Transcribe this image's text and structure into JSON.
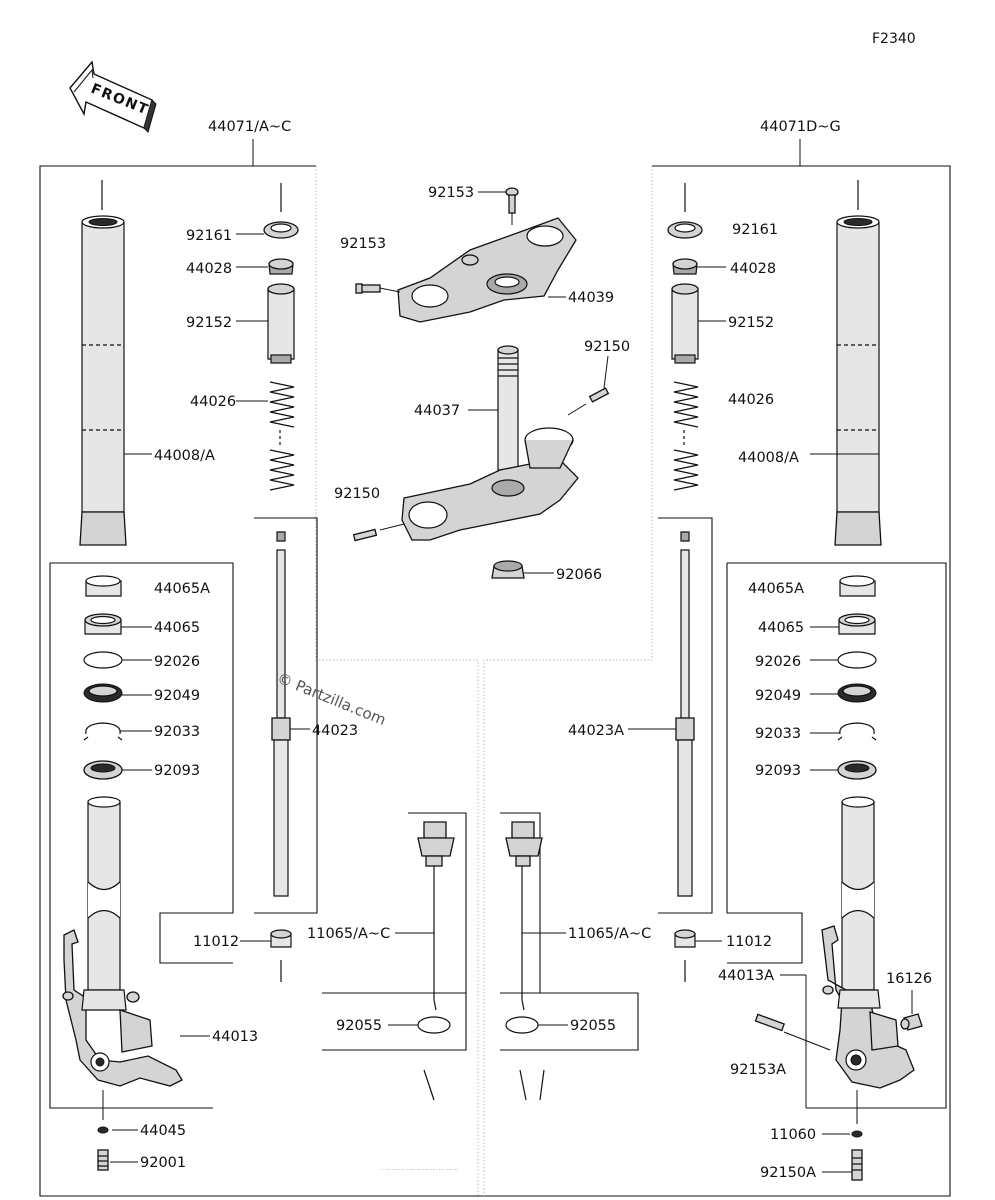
{
  "figure_code": "F2340",
  "front_arrow_label": "FRONT",
  "watermark": "© Partzilla.com",
  "footer_note": "·· ··· ····· ··· ····· ··· ···· ···· ··· ···· ···",
  "labels": {
    "assy_left": "44071/A~C",
    "assy_right": "44071D~G",
    "l_92161": "92161",
    "l_44028": "44028",
    "l_92152": "92152",
    "l_44026": "44026",
    "l_44008": "44008/A",
    "l_44065A": "44065A",
    "l_44065": "44065",
    "l_92026": "92026",
    "l_92049": "92049",
    "l_92033": "92033",
    "l_92093": "92093",
    "l_44023": "44023",
    "l_11012": "11012",
    "l_44013": "44013",
    "l_44045": "44045",
    "l_92001": "92001",
    "l_11065": "11065/A~C",
    "l_92055": "92055",
    "c_92153_top": "92153",
    "c_92153": "92153",
    "c_44039": "44039",
    "c_92150_r": "92150",
    "c_44037": "44037",
    "c_92150_l": "92150",
    "c_92066": "92066",
    "r_11065": "11065/A~C",
    "r_92055": "92055",
    "r_92161": "92161",
    "r_44028": "44028",
    "r_92152": "92152",
    "r_44026": "44026",
    "r_44008": "44008/A",
    "r_44065A": "44065A",
    "r_44065": "44065",
    "r_92026": "92026",
    "r_92049": "92049",
    "r_92033": "92033",
    "r_92093": "92093",
    "r_44023A": "44023A",
    "r_11012": "11012",
    "r_44013A": "44013A",
    "r_16126": "16126",
    "r_92153A": "92153A",
    "r_11060": "11060",
    "r_92150A": "92150A"
  }
}
